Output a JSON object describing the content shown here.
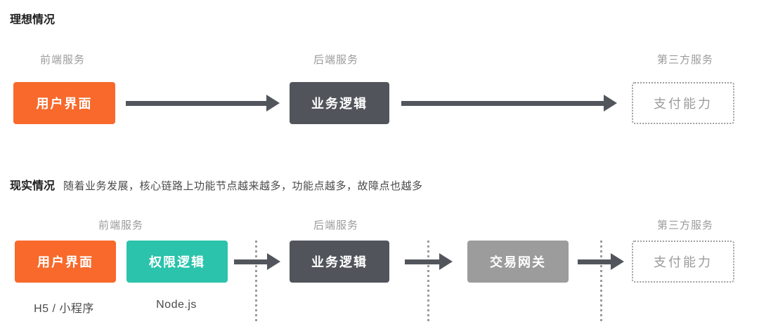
{
  "diagram": {
    "ideal": {
      "title": "理想情况",
      "frontend_label": "前端服务",
      "backend_label": "后端服务",
      "thirdparty_label": "第三方服务",
      "node_ui": "用户界面",
      "node_logic": "业务逻辑",
      "node_payment": "支付能力"
    },
    "real": {
      "title": "现实情况",
      "description": "随着业务发展，核心链路上功能节点越来越多，功能点越多，故障点也越多",
      "frontend_label": "前端服务",
      "backend_label": "后端服务",
      "thirdparty_label": "第三方服务",
      "node_ui": "用户界面",
      "node_auth": "权限逻辑",
      "node_logic": "业务逻辑",
      "node_gateway": "交易网关",
      "node_payment": "支付能力",
      "sublabel_ui": "H5 / 小程序",
      "sublabel_auth": "Node.js"
    },
    "colors": {
      "frontend_orange": "#f8692b",
      "frontend_teal": "#2bc3ab",
      "backend_dark": "#51555b",
      "gateway_gray": "#9c9c9c",
      "label_gray": "#9b9b9b",
      "text_dark": "#4a4a4a",
      "arrow_dark": "#52565c"
    }
  }
}
